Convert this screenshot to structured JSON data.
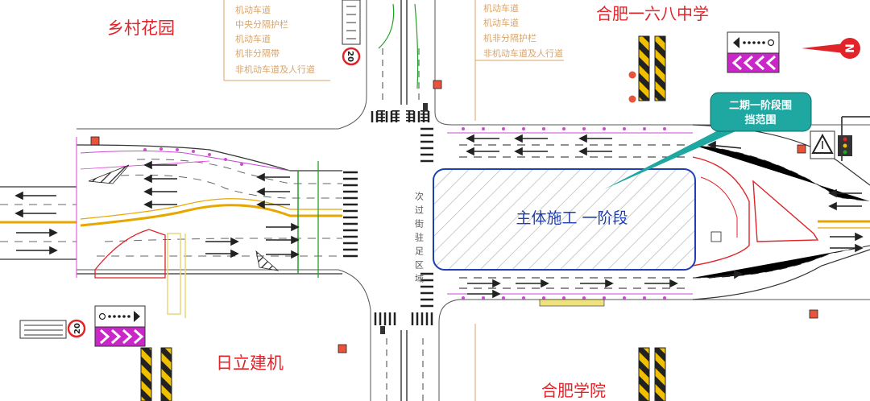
{
  "places": {
    "top_left": "乡村花园",
    "top_right": "合肥一六八中学",
    "bottom_left": "日立建机",
    "bottom_right": "合肥学院"
  },
  "legend_left": [
    "机动车道",
    "中央分隔护栏",
    "机动车道",
    "机非分隔带",
    "非机动车道及人行道"
  ],
  "legend_right": [
    "机动车道",
    "机动车道",
    "机非分隔护栏",
    "非机动车道及人行道"
  ],
  "callout": {
    "line1": "二期一阶段围",
    "line2": "挡范围"
  },
  "construction_zone": {
    "label": "主体施工 一阶段"
  },
  "vertical_zone_text": "次过街驻足区域",
  "speed_limit": "20",
  "north_label": "N",
  "colors": {
    "place_text": "#e0242a",
    "legend_text": "#d9a46a",
    "zone_outline": "#1f3fb3",
    "zone_text": "#1f3fb3",
    "callout_fill": "#1fa7a1",
    "median_yellow": "#e6a800",
    "barrier_pink": "#e23fd8",
    "hatch": "#aaaaaa"
  }
}
